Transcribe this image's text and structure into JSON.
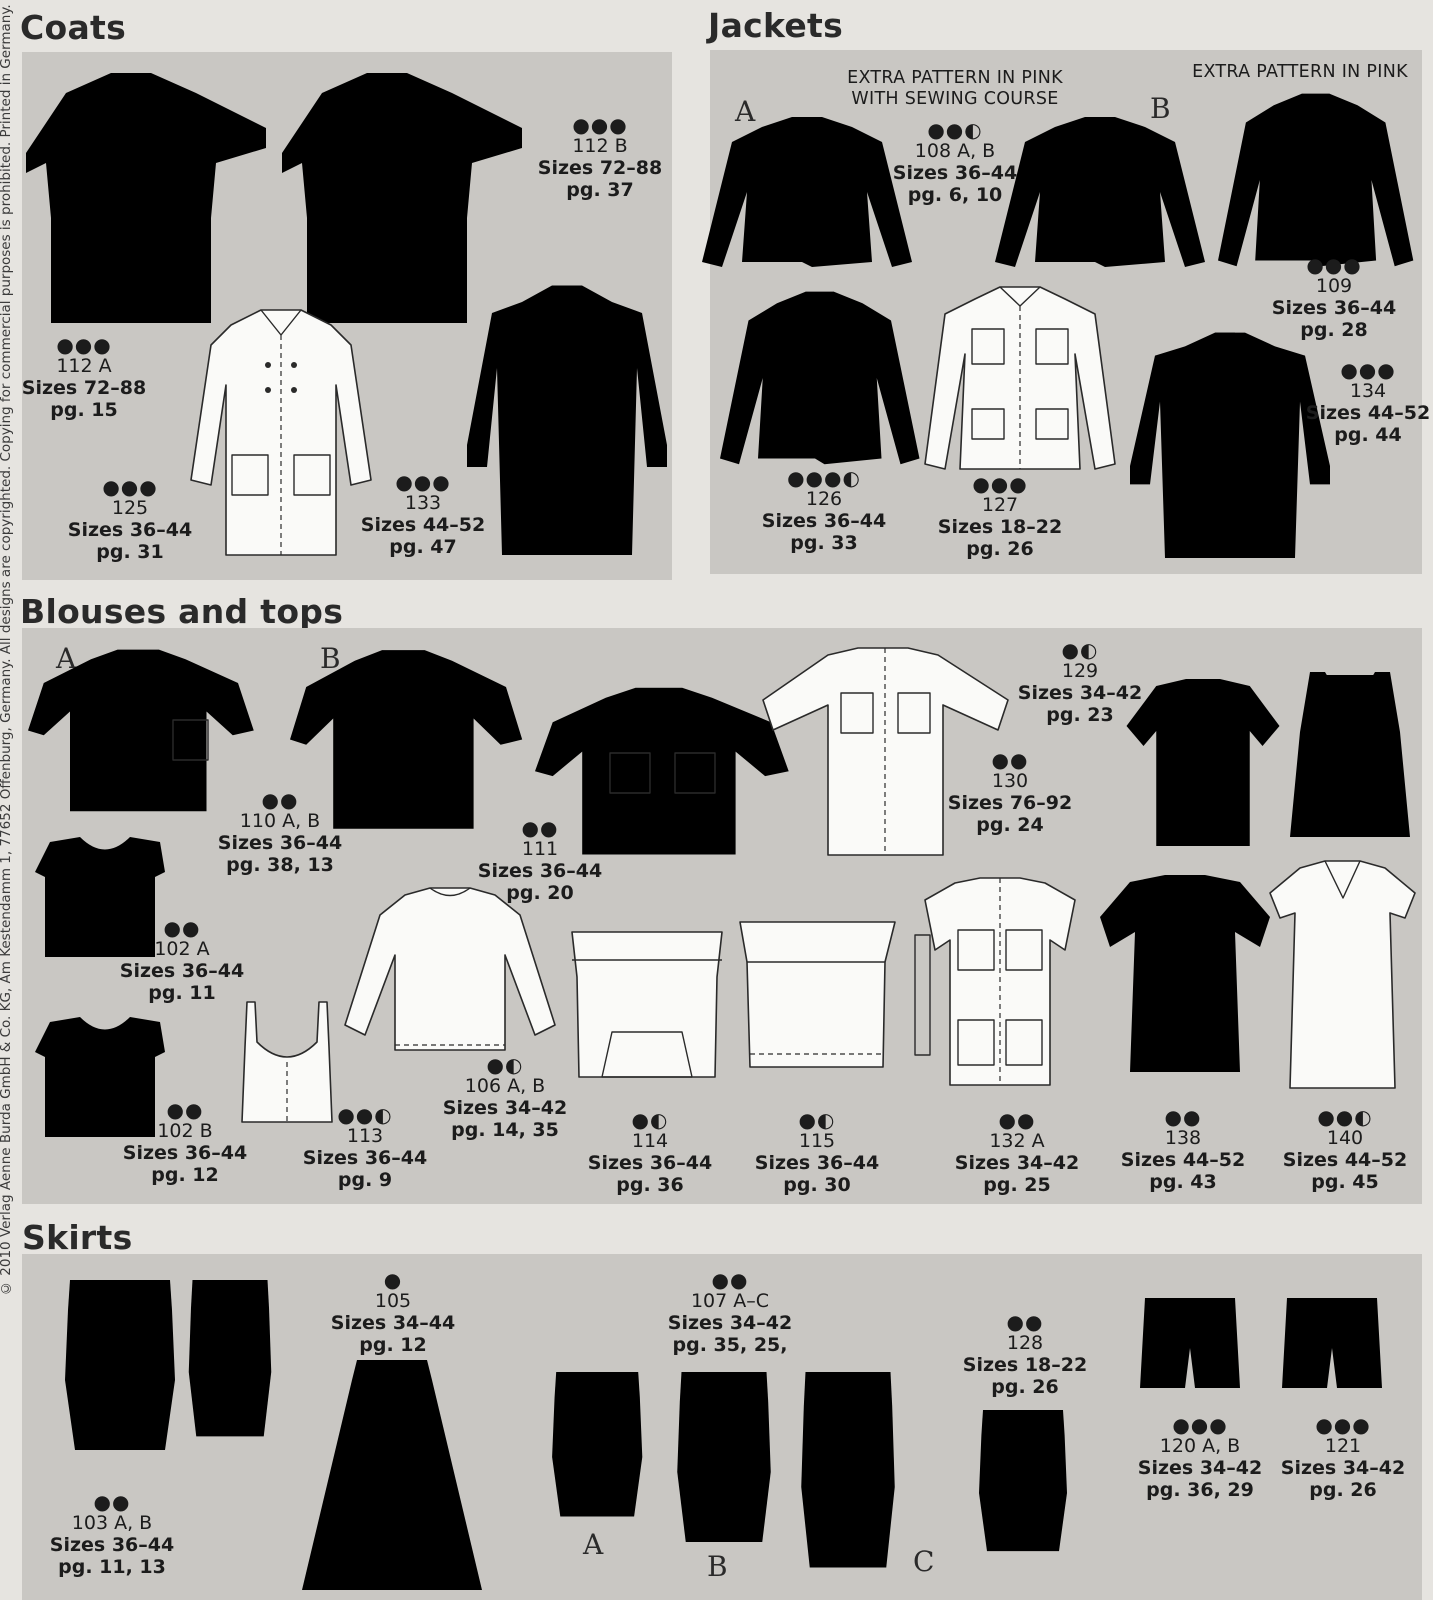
{
  "side_note": "© 2010 Verlag Aenne Burda GmbH & Co. KG, Am Kestendamm 1, 77652 Offenburg, Germany. All designs are copyrighted. Copying for commercial purposes is prohibited. Printed in Germany.",
  "sections": {
    "coats": "Coats",
    "jackets": "Jackets",
    "blouses": "Blouses and tops",
    "skirts": "Skirts"
  },
  "notes": {
    "pink_course_line1": "EXTRA PATTERN IN PINK",
    "pink_course_line2": "WITH SEWING COURSE",
    "pink_right": "EXTRA PATTERN IN PINK"
  },
  "letters": {
    "a": "A",
    "b": "B",
    "c": "C"
  },
  "patterns": {
    "p112b": {
      "dots": "●●●",
      "num": "112 B",
      "sizes": "Sizes 72–88",
      "page": "pg. 37"
    },
    "p112a": {
      "dots": "●●●",
      "num": "112 A",
      "sizes": "Sizes 72–88",
      "page": "pg. 15"
    },
    "p125": {
      "dots": "●●●",
      "num": "125",
      "sizes": "Sizes 36–44",
      "page": "pg. 31"
    },
    "p133": {
      "dots": "●●●",
      "num": "133",
      "sizes": "Sizes 44–52",
      "page": "pg. 47"
    },
    "p108": {
      "dots": "●●◐",
      "num": "108 A, B",
      "sizes": "Sizes 36–44",
      "page": "pg. 6, 10"
    },
    "p109": {
      "dots": "●●●",
      "num": "109",
      "sizes": "Sizes 36–44",
      "page": "pg. 28"
    },
    "p134": {
      "dots": "●●●",
      "num": "134",
      "sizes": "Sizes 44–52",
      "page": "pg. 44"
    },
    "p126": {
      "dots": "●●●◐",
      "num": "126",
      "sizes": "Sizes 36–44",
      "page": "pg. 33"
    },
    "p127": {
      "dots": "●●●",
      "num": "127",
      "sizes": "Sizes 18–22",
      "page": "pg. 26"
    },
    "p110": {
      "dots": "●●",
      "num": "110 A, B",
      "sizes": "Sizes 36–44",
      "page": "pg. 38, 13"
    },
    "p111": {
      "dots": "●●",
      "num": "111",
      "sizes": "Sizes 36–44",
      "page": "pg. 20"
    },
    "p129": {
      "dots": "●◐",
      "num": "129",
      "sizes": "Sizes 34–42",
      "page": "pg. 23"
    },
    "p130": {
      "dots": "●●",
      "num": "130",
      "sizes": "Sizes 76–92",
      "page": "pg. 24"
    },
    "p102a": {
      "dots": "●●",
      "num": "102 A",
      "sizes": "Sizes 36–44",
      "page": "pg. 11"
    },
    "p102b": {
      "dots": "●●",
      "num": "102 B",
      "sizes": "Sizes 36–44",
      "page": "pg. 12"
    },
    "p113": {
      "dots": "●●◐",
      "num": "113",
      "sizes": "Sizes 36–44",
      "page": "pg. 9"
    },
    "p106": {
      "dots": "●◐",
      "num": "106 A, B",
      "sizes": "Sizes 34–42",
      "page": "pg. 14, 35"
    },
    "p114": {
      "dots": "●◐",
      "num": "114",
      "sizes": "Sizes 36–44",
      "page": "pg. 36"
    },
    "p115": {
      "dots": "●◐",
      "num": "115",
      "sizes": "Sizes 36–44",
      "page": "pg. 30"
    },
    "p132a": {
      "dots": "●●",
      "num": "132 A",
      "sizes": "Sizes 34–42",
      "page": "pg. 25"
    },
    "p138": {
      "dots": "●●",
      "num": "138",
      "sizes": "Sizes 44–52",
      "page": "pg. 43"
    },
    "p140": {
      "dots": "●●◐",
      "num": "140",
      "sizes": "Sizes 44–52",
      "page": "pg. 45"
    },
    "p103": {
      "dots": "●●",
      "num": "103 A, B",
      "sizes": "Sizes 36–44",
      "page": "pg. 11, 13"
    },
    "p105": {
      "dots": "●",
      "num": "105",
      "sizes": "Sizes 34–44",
      "page": "pg. 12"
    },
    "p107": {
      "dots": "●●",
      "num": "107 A–C",
      "sizes": "Sizes 34–42",
      "page": "pg. 35, 25,"
    },
    "p128": {
      "dots": "●●",
      "num": "128",
      "sizes": "Sizes 18–22",
      "page": "pg. 26"
    },
    "p120": {
      "dots": "●●●",
      "num": "120 A, B",
      "sizes": "Sizes 34–42",
      "page": "pg. 36, 29"
    },
    "p121": {
      "dots": "●●●",
      "num": "121",
      "sizes": "Sizes 34–42",
      "page": "pg. 26"
    }
  }
}
